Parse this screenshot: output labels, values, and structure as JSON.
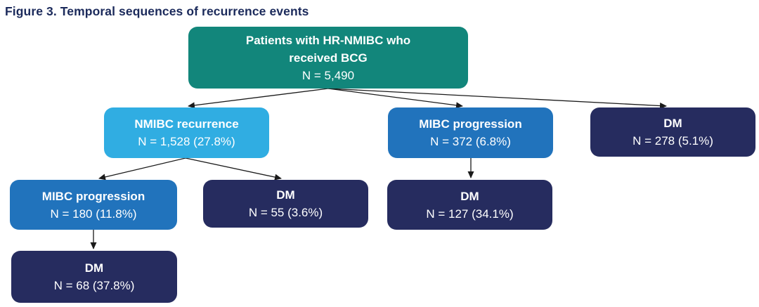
{
  "title": "Figure 3. Temporal sequences of recurrence events",
  "colors": {
    "teal": "#12867B",
    "light_blue": "#30ADE2",
    "blue": "#2173BC",
    "navy": "#262C5F",
    "title_text": "#1B2A5B",
    "arrow": "#1A1A1A",
    "node_text": "#FFFFFF"
  },
  "nodes": {
    "root": {
      "line1": "Patients with HR-NMIBC who",
      "line2": "received BCG",
      "value": "N = 5,490"
    },
    "nmibc_recurrence": {
      "label": "NMIBC recurrence",
      "value": "N = 1,528 (27.8%)"
    },
    "mibc_progression_372": {
      "label": "MIBC progression",
      "value": "N = 372 (6.8%)"
    },
    "dm_278": {
      "label": "DM",
      "value": "N = 278 (5.1%)"
    },
    "mibc_progression_180": {
      "label": "MIBC progression",
      "value": "N = 180 (11.8%)"
    },
    "dm_55": {
      "label": "DM",
      "value": "N = 55 (3.6%)"
    },
    "dm_127": {
      "label": "DM",
      "value": "N = 127 (34.1%)"
    },
    "dm_68": {
      "label": "DM",
      "value": "N = 68 (37.8%)"
    }
  },
  "edges": [
    {
      "from": "root",
      "to": "nmibc_recurrence"
    },
    {
      "from": "root",
      "to": "mibc_progression_372"
    },
    {
      "from": "root",
      "to": "dm_278"
    },
    {
      "from": "nmibc_recurrence",
      "to": "mibc_progression_180"
    },
    {
      "from": "nmibc_recurrence",
      "to": "dm_55"
    },
    {
      "from": "mibc_progression_372",
      "to": "dm_127"
    },
    {
      "from": "mibc_progression_180",
      "to": "dm_68"
    }
  ]
}
